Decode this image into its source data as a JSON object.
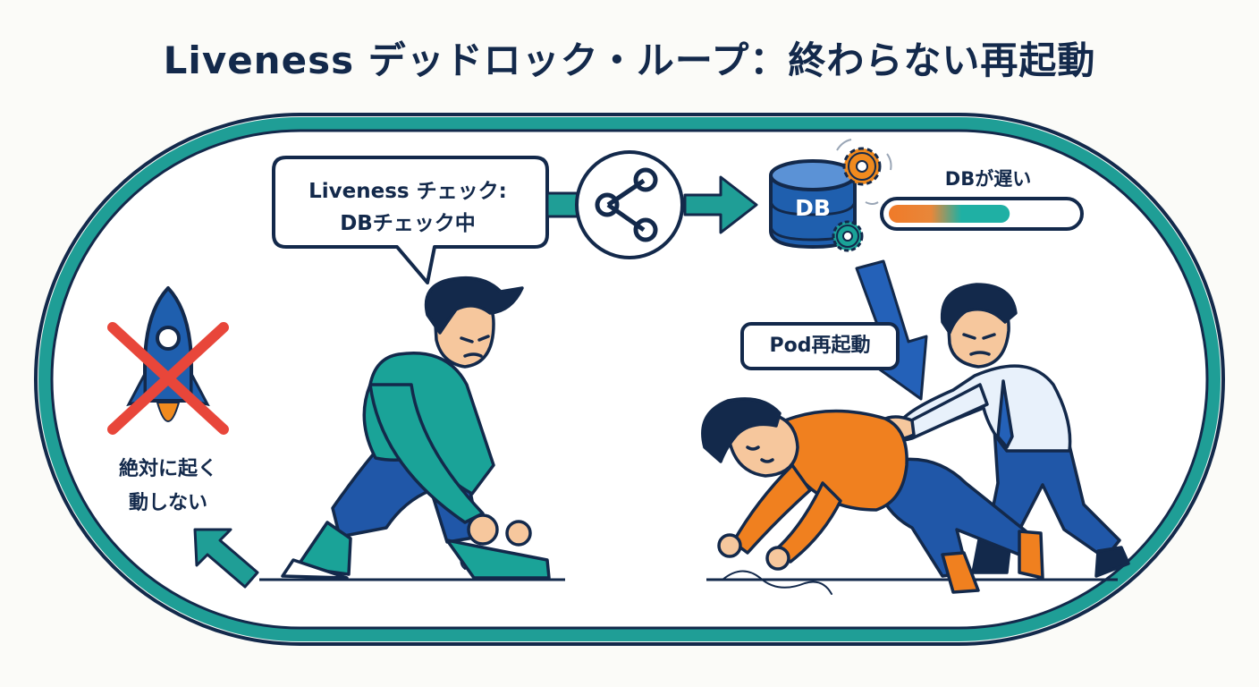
{
  "title": "Liveness デッドロック・ループ：終わらない再起動",
  "speech_bubble": {
    "line1": "Liveness チェック:",
    "line2": "DBチェック中"
  },
  "database": {
    "label": "DB",
    "status_label": "DBが遅い",
    "progress": 0.65
  },
  "restart_label": "Pod再起動",
  "never_starts": {
    "line1": "絶対に起く",
    "line2": "動しない"
  },
  "colors": {
    "title": "#13294b",
    "loop": "#1f9e96",
    "outline": "#13294b",
    "shirt_teal": "#1aa398",
    "shirt_orange": "#f0801f",
    "pants_blue": "#2057a8",
    "db_blue": "#1f5fae",
    "gear_orange": "#f08a1e",
    "gear_teal": "#1aa398",
    "arrow_blue": "#2461b8",
    "cross_red": "#e8463a"
  },
  "icons": [
    "rocket-icon",
    "share-network-icon",
    "database-icon",
    "gear-icon",
    "restart-arrow-icon",
    "cross-icon"
  ]
}
